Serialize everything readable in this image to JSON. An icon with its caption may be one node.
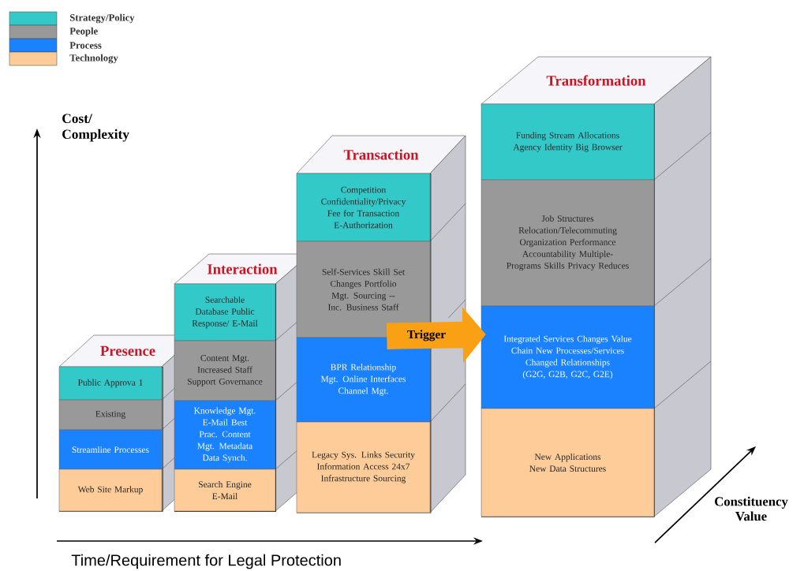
{
  "diagram": {
    "nodes": [
      {
        "text": [
          "Presence"
        ]
      },
      {
        "text": [
          "Public Approva 1"
        ],
        "in": 0
      },
      {
        "text": [
          "Existing"
        ],
        "in": 0
      },
      {
        "text": [
          "Streamline Processes"
        ],
        "in": 0
      },
      {
        "text": [
          "Web Site Markup"
        ],
        "in": 0
      },
      {
        "text": [
          "Interaction"
        ]
      },
      {
        "text": [
          "Searchable Database Public Response/ E-Mail"
        ],
        "in": 5
      },
      {
        "text": [
          "Content Mgt. Increased Staff Support Governance"
        ],
        "in": 5
      },
      {
        "text": [
          "Knowledge Mgt. E-Mail Best Prac. Content Mgt. Metadata Data Synch."
        ],
        "in": 5
      },
      {
        "text": [
          "Search Engine E-Mail"
        ],
        "in": 5
      },
      {
        "text": [
          "Transaction"
        ]
      },
      {
        "text": [
          "Competition Confidentiality/Privacy Fee for Transaction E-Authorization"
        ],
        "in": 10
      },
      {
        "text": [
          "Self-Services Skill Set Changes Portfolio Mgt. Sourcing -- Inc. Business Staff"
        ],
        "in": 10
      },
      {
        "text": [
          "BPR Relationship Mgt. Online Interfaces Channel Mgt."
        ],
        "in": 10
      },
      {
        "text": [
          "Legacy Sys. Links Security Information Access 24x7 Infrastructure Sourcing"
        ],
        "in": 10
      },
      {
        "text": [
          "Transformation"
        ]
      },
      {
        "text": [
          "Funding Stream Allocations Agency Identity Big Browser"
        ],
        "in": 15
      },
      {
        "text": [
          "Job Structures Relocation/Telecommuting Organization Performance Accountability Multiple-Programs Skills Privacy Reduces"
        ],
        "in": 15
      },
      {
        "text": [
          "Integrated Services Changes Value Chain New Processes/Services Changed Relationships (G2G, G2B, G2C, G2E)"
        ],
        "in": 15
      },
      {
        "text": [
          "New Applications New Data Structures"
        ],
        "in": 15
      }
    ],
    "edges": [
      {
        "from": 12,
        "to": 18,
        "arrow": "to",
        "label": "Trigger"
      }
    ],
    "labels": [
      "Cost/ Complexity",
      "Constituency Value",
      "Time/Requirement for Legal Protection"
    ],
    "legend": [
      {
        "text": "Strategy/Policy",
        "color": "#33c9c9"
      },
      {
        "text": "People",
        "color": "#999999"
      },
      {
        "text": "Process",
        "color": "#1a82ff"
      },
      {
        "text": "Technology",
        "color": "#fdcc99"
      }
    ]
  }
}
